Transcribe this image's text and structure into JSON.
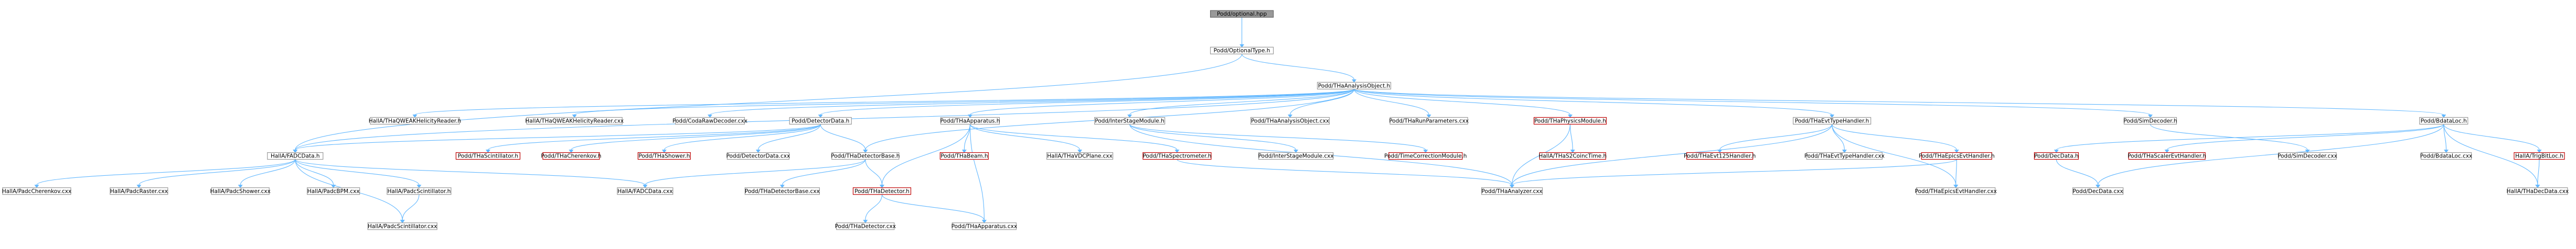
{
  "graph": {
    "nodes": [
      {
        "id": "optional",
        "label": "Podd/optional.hpp",
        "style": "hl"
      },
      {
        "id": "optionaltype",
        "label": "Podd/OptionalType.h",
        "style": "plain"
      },
      {
        "id": "thaanalysisobject",
        "label": "Podd/THaAnalysisObject.h",
        "style": "plain"
      },
      {
        "id": "qwhelicityreader",
        "label": "HallA/THaQWEAKHelicityReader.h",
        "style": "plain"
      },
      {
        "id": "qwhelicityreadercxx",
        "label": "HallA/THaQWEAKHelicityReader.cxx",
        "style": "plain"
      },
      {
        "id": "codarawdecoder",
        "label": "Podd/CodaRawDecoder.cxx",
        "style": "plain"
      },
      {
        "id": "thadetectordata",
        "label": "Podd/DetectorData.h",
        "style": "plain"
      },
      {
        "id": "thaapparatus",
        "label": "Podd/THaApparatus.h",
        "style": "plain"
      },
      {
        "id": "interstagemodule",
        "label": "Podd/InterStageModule.h",
        "style": "plain"
      },
      {
        "id": "thaanalysisobjectcxx",
        "label": "Podd/THaAnalysisObject.cxx",
        "style": "plain"
      },
      {
        "id": "tharunparameters",
        "label": "Podd/THaRunParameters.cxx",
        "style": "plain"
      },
      {
        "id": "thaphysicsmodule",
        "label": "Podd/THaPhysicsModule.h",
        "style": "red"
      },
      {
        "id": "thaevttypehandler",
        "label": "Podd/THaEvtTypeHandler.h",
        "style": "plain"
      },
      {
        "id": "simdecoder",
        "label": "Podd/SimDecoder.h",
        "style": "plain"
      },
      {
        "id": "bdataloc",
        "label": "Podd/BdataLoc.h",
        "style": "plain"
      },
      {
        "id": "fadcdata",
        "label": "HallA/FADCData.h",
        "style": "plain"
      },
      {
        "id": "thascintillator",
        "label": "Podd/THaScintillator.h",
        "style": "red"
      },
      {
        "id": "thacherenkov",
        "label": "Podd/THaCherenkov.h",
        "style": "red"
      },
      {
        "id": "thashower",
        "label": "Podd/THaShower.h",
        "style": "red"
      },
      {
        "id": "detectordatacxx",
        "label": "Podd/DetectorData.cxx",
        "style": "plain"
      },
      {
        "id": "thadetectorbase",
        "label": "Podd/THaDetectorBase.h",
        "style": "plain"
      },
      {
        "id": "thabeam",
        "label": "Podd/THaBeam.h",
        "style": "red"
      },
      {
        "id": "thavdcplane",
        "label": "HallA/THaVDCPlane.cxx",
        "style": "plain"
      },
      {
        "id": "thaspectrometer",
        "label": "Podd/THaSpectrometer.h",
        "style": "red"
      },
      {
        "id": "interstagemodulecxx",
        "label": "Podd/InterStageModule.cxx",
        "style": "plain"
      },
      {
        "id": "thatimecorrection",
        "label": "Podd/TimeCorrectionModule.h",
        "style": "red"
      },
      {
        "id": "thaha2coinctime",
        "label": "HallA/THaS2CoincTime.h",
        "style": "red"
      },
      {
        "id": "thaevt125",
        "label": "Podd/THaEvt125Handler.h",
        "style": "red"
      },
      {
        "id": "thaevttypehandlercxx",
        "label": "Podd/THaEvtTypeHandler.cxx",
        "style": "plain"
      },
      {
        "id": "thaepicsevthandler",
        "label": "Podd/THaEpicsEvtHandler.h",
        "style": "red"
      },
      {
        "id": "decdata",
        "label": "Podd/DecData.h",
        "style": "red"
      },
      {
        "id": "thascalerevthandler",
        "label": "Podd/THaScalerEvtHandler.h",
        "style": "red"
      },
      {
        "id": "simdecodercxx",
        "label": "Podd/SimDecoder.cxx",
        "style": "plain"
      },
      {
        "id": "bdataloccxx",
        "label": "Podd/BdataLoc.cxx",
        "style": "plain"
      },
      {
        "id": "thatrigbitloc",
        "label": "HallA/TrigBitLoc.h",
        "style": "red"
      },
      {
        "id": "padcherenkov",
        "label": "HallA/PadcCherenkov.cxx",
        "style": "plain"
      },
      {
        "id": "padraster",
        "label": "HallA/PadcRaster.cxx",
        "style": "plain"
      },
      {
        "id": "padshower",
        "label": "HallA/PadcShower.cxx",
        "style": "plain"
      },
      {
        "id": "padbpm",
        "label": "HallA/PadcBPM.cxx",
        "style": "plain"
      },
      {
        "id": "padscintillatorh",
        "label": "HallA/PadcScintillator.h",
        "style": "plain"
      },
      {
        "id": "fadcdatacxx",
        "label": "HallA/FADCData.cxx",
        "style": "plain"
      },
      {
        "id": "thadetectorbasecxx",
        "label": "Podd/THaDetectorBase.cxx",
        "style": "plain"
      },
      {
        "id": "thadetector",
        "label": "Podd/THaDetector.h",
        "style": "red"
      },
      {
        "id": "thaanalyzercxx",
        "label": "Podd/THaAnalyzer.cxx",
        "style": "plain"
      },
      {
        "id": "thaepicsevthandlercxx",
        "label": "Podd/THaEpicsEvtHandler.cxx",
        "style": "plain"
      },
      {
        "id": "decdatacxx",
        "label": "Podd/DecData.cxx",
        "style": "plain"
      },
      {
        "id": "thadecdatacxx",
        "label": "HallA/THaDecData.cxx",
        "style": "plain"
      },
      {
        "id": "padscintillatorcxx",
        "label": "HallA/PadcScintillator.cxx",
        "style": "plain"
      },
      {
        "id": "thadetectorcxx",
        "label": "Podd/THaDetector.cxx",
        "style": "plain"
      },
      {
        "id": "thaapparatuscxx",
        "label": "Podd/THaApparatus.cxx",
        "style": "plain"
      }
    ],
    "edges": [
      [
        "optional",
        "optionaltype"
      ],
      [
        "optionaltype",
        "thaanalysisobject"
      ],
      [
        "optionaltype",
        "fadcdata"
      ],
      [
        "thaanalysisobject",
        "qwhelicityreader"
      ],
      [
        "thaanalysisobject",
        "qwhelicityreadercxx"
      ],
      [
        "thaanalysisobject",
        "codarawdecoder"
      ],
      [
        "thaanalysisobject",
        "thadetectordata"
      ],
      [
        "thaanalysisobject",
        "thaapparatus"
      ],
      [
        "thaanalysisobject",
        "interstagemodule"
      ],
      [
        "thaanalysisobject",
        "thaanalysisobjectcxx"
      ],
      [
        "thaanalysisobject",
        "tharunparameters"
      ],
      [
        "thaanalysisobject",
        "thaphysicsmodule"
      ],
      [
        "thaanalysisobject",
        "thaevttypehandler"
      ],
      [
        "thaanalysisobject",
        "simdecoder"
      ],
      [
        "thaanalysisobject",
        "bdataloc"
      ],
      [
        "thaanalysisobject",
        "fadcdata"
      ],
      [
        "thaanalysisobject",
        "thadetectorbase"
      ],
      [
        "thadetectordata",
        "fadcdata"
      ],
      [
        "thadetectordata",
        "thascintillator"
      ],
      [
        "thadetectordata",
        "thacherenkov"
      ],
      [
        "thadetectordata",
        "thashower"
      ],
      [
        "thadetectordata",
        "detectordatacxx"
      ],
      [
        "thadetectordata",
        "thadetectorbase"
      ],
      [
        "thaapparatus",
        "thabeam"
      ],
      [
        "thaapparatus",
        "thavdcplane"
      ],
      [
        "thaapparatus",
        "thaspectrometer"
      ],
      [
        "thaapparatus",
        "thadetector"
      ],
      [
        "thaapparatus",
        "thaapparatuscxx"
      ],
      [
        "interstagemodule",
        "interstagemodulecxx"
      ],
      [
        "interstagemodule",
        "thatimecorrection"
      ],
      [
        "interstagemodule",
        "thaanalyzercxx"
      ],
      [
        "thaphysicsmodule",
        "thaha2coinctime"
      ],
      [
        "thaphysicsmodule",
        "thaanalyzercxx"
      ],
      [
        "thaevttypehandler",
        "thaevt125"
      ],
      [
        "thaevttypehandler",
        "thaevttypehandlercxx"
      ],
      [
        "thaevttypehandler",
        "thaepicsevthandler"
      ],
      [
        "thaevttypehandler",
        "thaanalyzercxx"
      ],
      [
        "thaevttypehandler",
        "thaepicsevthandlercxx"
      ],
      [
        "simdecoder",
        "simdecodercxx"
      ],
      [
        "bdataloc",
        "decdata"
      ],
      [
        "bdataloc",
        "thascalerevthandler"
      ],
      [
        "bdataloc",
        "bdataloccxx"
      ],
      [
        "bdataloc",
        "thatrigbitloc"
      ],
      [
        "bdataloc",
        "decdatacxx"
      ],
      [
        "bdataloc",
        "thadecdatacxx"
      ],
      [
        "fadcdata",
        "padcherenkov"
      ],
      [
        "fadcdata",
        "padraster"
      ],
      [
        "fadcdata",
        "padshower"
      ],
      [
        "fadcdata",
        "padbpm"
      ],
      [
        "fadcdata",
        "padscintillatorh"
      ],
      [
        "fadcdata",
        "fadcdatacxx"
      ],
      [
        "fadcdata",
        "padscintillatorcxx"
      ],
      [
        "thadetectorbase",
        "thadetectorbasecxx"
      ],
      [
        "thadetectorbase",
        "thadetector"
      ],
      [
        "thadetectorbase",
        "fadcdatacxx"
      ],
      [
        "thaspectrometer",
        "thaanalyzercxx"
      ],
      [
        "thaepicsevthandler",
        "thaanalyzercxx"
      ],
      [
        "thaepicsevthandler",
        "thaepicsevthandlercxx"
      ],
      [
        "decdata",
        "decdatacxx"
      ],
      [
        "thatrigbitloc",
        "thadecdatacxx"
      ],
      [
        "padscintillatorh",
        "padscintillatorcxx"
      ],
      [
        "thadetector",
        "thadetectorcxx"
      ],
      [
        "thadetector",
        "thaapparatuscxx"
      ]
    ]
  }
}
